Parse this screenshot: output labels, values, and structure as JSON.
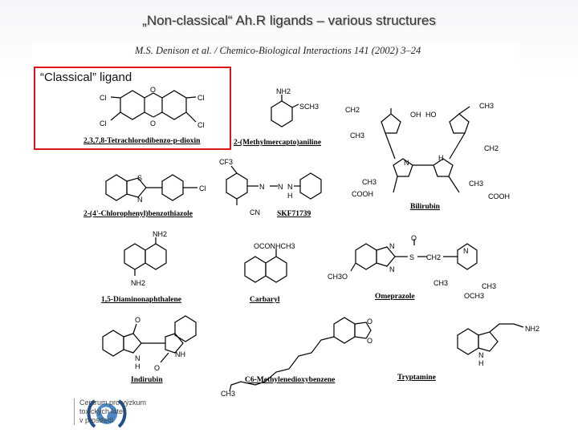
{
  "slide": {
    "title": "„Non-classical“ Ah.R ligands – various structures"
  },
  "figure": {
    "citation": "M.S. Denison et al. / Chemico-Biological Interactions 141 (2002) 3–24",
    "classical_label": "“Classical” ligand",
    "compounds": [
      {
        "name": "2,3,7,8-Tetrachlorodibenzo-p-dioxin"
      },
      {
        "name": "2-(Methylmercapto)aniline"
      },
      {
        "name": "Bilirubin"
      },
      {
        "name": "2-(4'-Chlorophenyl)benzothiazole"
      },
      {
        "name": "SKF71739"
      },
      {
        "name": "1,5-Diaminonaphthalene"
      },
      {
        "name": "Carbaryl"
      },
      {
        "name": "Omeprazole"
      },
      {
        "name": "Indirubin"
      },
      {
        "name": "C6-Methylenedioxybenzene"
      },
      {
        "name": "Tryptamine"
      }
    ],
    "atom_labels": {
      "cl": "Cl",
      "o": "O",
      "nh2": "NH2",
      "sch3": "SCH3",
      "ch2": "CH2",
      "ch3": "CH3",
      "oh": "OH",
      "ho": "HO",
      "n": "N",
      "h": "H",
      "nh": "NH",
      "s": "S",
      "cf3": "CF3",
      "cn": "CN",
      "cooh": "COOH",
      "oconhch3": "OCONHCH3",
      "ch3o": "CH3O",
      "och3": "OCH3"
    }
  },
  "footer": {
    "org_text": "Centrum pro výzkum\ntoxických látek\nv prostředí"
  }
}
